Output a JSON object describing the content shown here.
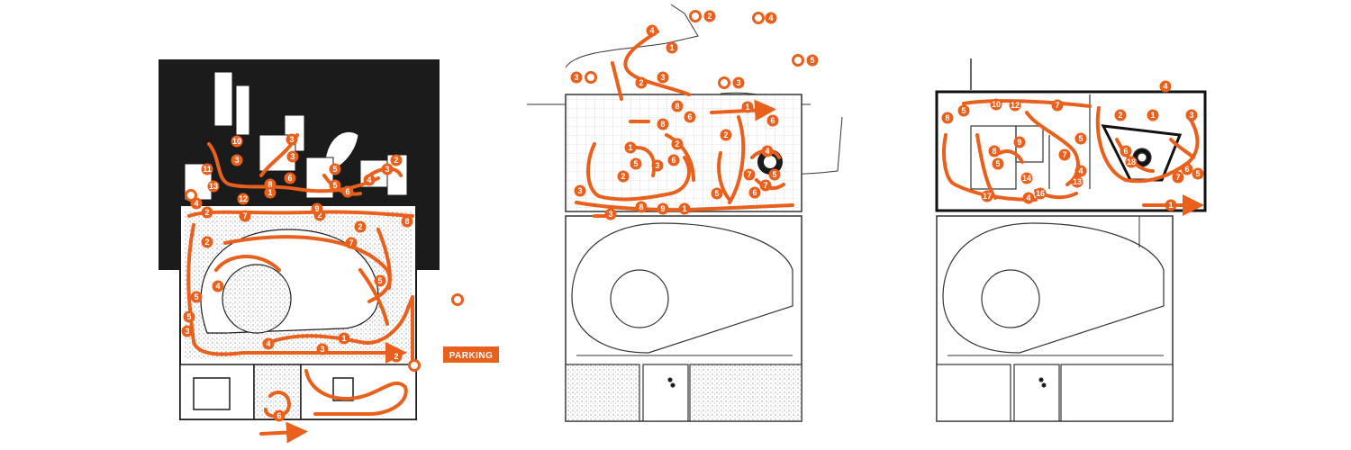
{
  "colors": {
    "accent": "#e8601c",
    "ink": "#111111",
    "paper": "#ffffff",
    "hatch": "#d0d0d0"
  },
  "parking_label": "PARKING",
  "plans": [
    {
      "id": "plan-left",
      "markers": [
        {
          "n": "10"
        },
        {
          "n": "3"
        },
        {
          "n": "11"
        },
        {
          "n": "3"
        },
        {
          "n": "13"
        },
        {
          "n": "12"
        },
        {
          "n": "8"
        },
        {
          "n": "6"
        },
        {
          "n": "5"
        },
        {
          "n": "3"
        },
        {
          "n": "2"
        },
        {
          "n": "7"
        },
        {
          "n": "2"
        },
        {
          "n": "1"
        },
        {
          "n": "7"
        },
        {
          "n": "2"
        },
        {
          "n": "8"
        },
        {
          "n": "5"
        },
        {
          "n": "4"
        },
        {
          "n": "5"
        },
        {
          "n": "5"
        },
        {
          "n": "4"
        },
        {
          "n": "3"
        },
        {
          "n": "1"
        },
        {
          "n": "3"
        },
        {
          "n": "2"
        },
        {
          "n": "4"
        },
        {
          "n": "3"
        },
        {
          "n": "2"
        },
        {
          "n": "6"
        },
        {
          "n": "5"
        },
        {
          "n": "6"
        },
        {
          "n": "9"
        },
        {
          "n": "4"
        },
        {
          "n": "1"
        },
        {
          "n": "2"
        }
      ]
    },
    {
      "id": "plan-middle",
      "markers": [
        {
          "n": "2"
        },
        {
          "n": "4"
        },
        {
          "n": "4"
        },
        {
          "n": "1"
        },
        {
          "n": "5"
        },
        {
          "n": "3"
        },
        {
          "n": "2"
        },
        {
          "n": "3"
        },
        {
          "n": "3"
        },
        {
          "n": "8"
        },
        {
          "n": "1"
        },
        {
          "n": "6"
        },
        {
          "n": "8"
        },
        {
          "n": "6"
        },
        {
          "n": "1"
        },
        {
          "n": "2"
        },
        {
          "n": "2"
        },
        {
          "n": "5"
        },
        {
          "n": "7"
        },
        {
          "n": "6"
        },
        {
          "n": "3"
        },
        {
          "n": "5"
        },
        {
          "n": "4"
        },
        {
          "n": "2"
        },
        {
          "n": "8"
        },
        {
          "n": "9"
        },
        {
          "n": "1"
        },
        {
          "n": "3"
        },
        {
          "n": "7"
        },
        {
          "n": "6"
        },
        {
          "n": "5"
        },
        {
          "n": "3"
        }
      ]
    },
    {
      "id": "plan-right",
      "markers": [
        {
          "n": "8"
        },
        {
          "n": "5"
        },
        {
          "n": "10"
        },
        {
          "n": "12"
        },
        {
          "n": "7"
        },
        {
          "n": "4"
        },
        {
          "n": "2"
        },
        {
          "n": "1"
        },
        {
          "n": "3"
        },
        {
          "n": "5"
        },
        {
          "n": "9"
        },
        {
          "n": "8"
        },
        {
          "n": "7"
        },
        {
          "n": "5"
        },
        {
          "n": "4"
        },
        {
          "n": "13"
        },
        {
          "n": "14"
        },
        {
          "n": "16"
        },
        {
          "n": "17"
        },
        {
          "n": "4"
        },
        {
          "n": "6"
        },
        {
          "n": "7"
        },
        {
          "n": "5"
        },
        {
          "n": "1"
        },
        {
          "n": "18"
        },
        {
          "n": "6"
        }
      ]
    }
  ]
}
